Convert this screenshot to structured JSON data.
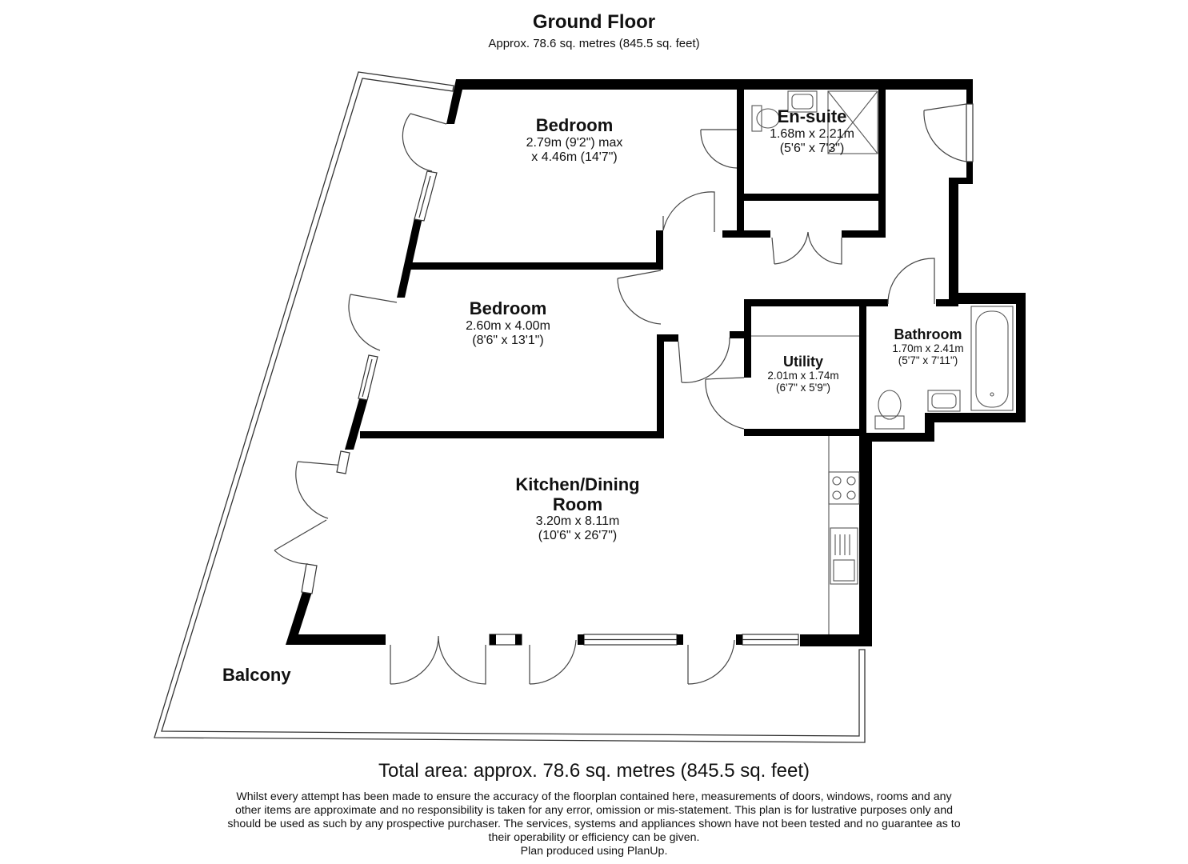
{
  "header": {
    "title": "Ground Floor",
    "subtitle": "Approx. 78.6 sq. metres (845.5 sq. feet)"
  },
  "rooms": {
    "bedroom1": {
      "name": "Bedroom",
      "dim1": "2.79m (9'2\") max",
      "dim2": "x 4.46m (14'7\")"
    },
    "ensuite": {
      "name": "En-suite",
      "dim1": "1.68m x 2.21m",
      "dim2": "(5'6\" x 7'3\")"
    },
    "bedroom2": {
      "name": "Bedroom",
      "dim1": "2.60m x 4.00m",
      "dim2": "(8'6\" x 13'1\")"
    },
    "utility": {
      "name": "Utility",
      "dim1": "2.01m x 1.74m",
      "dim2": "(6'7\" x 5'9\")"
    },
    "bathroom": {
      "name": "Bathroom",
      "dim1": "1.70m x 2.41m",
      "dim2": "(5'7\" x 7'11\")"
    },
    "kitchen": {
      "name1": "Kitchen/Dining",
      "name2": "Room",
      "dim1": "3.20m x 8.11m",
      "dim2": "(10'6\" x 26'7\")"
    },
    "balcony": {
      "name": "Balcony"
    }
  },
  "footer": {
    "total": "Total area: approx. 78.6 sq. metres (845.5 sq. feet)",
    "disclaimer_lines": [
      "Whilst every attempt has been made to ensure the accuracy of the floorplan contained here, measurements of doors, windows, rooms and any",
      "other items are approximate and no responsibility is taken for any error, omission or mis-statement. This plan is for lustrative purposes only and",
      "should be used as such by any prospective purchaser. The services, systems and appliances shown have not been tested and no guarantee as to",
      "their operability or efficiency can be given.",
      "Plan produced using PlanUp."
    ]
  },
  "colors": {
    "wall": "#000000",
    "fixture": "#555555",
    "background": "#ffffff"
  }
}
